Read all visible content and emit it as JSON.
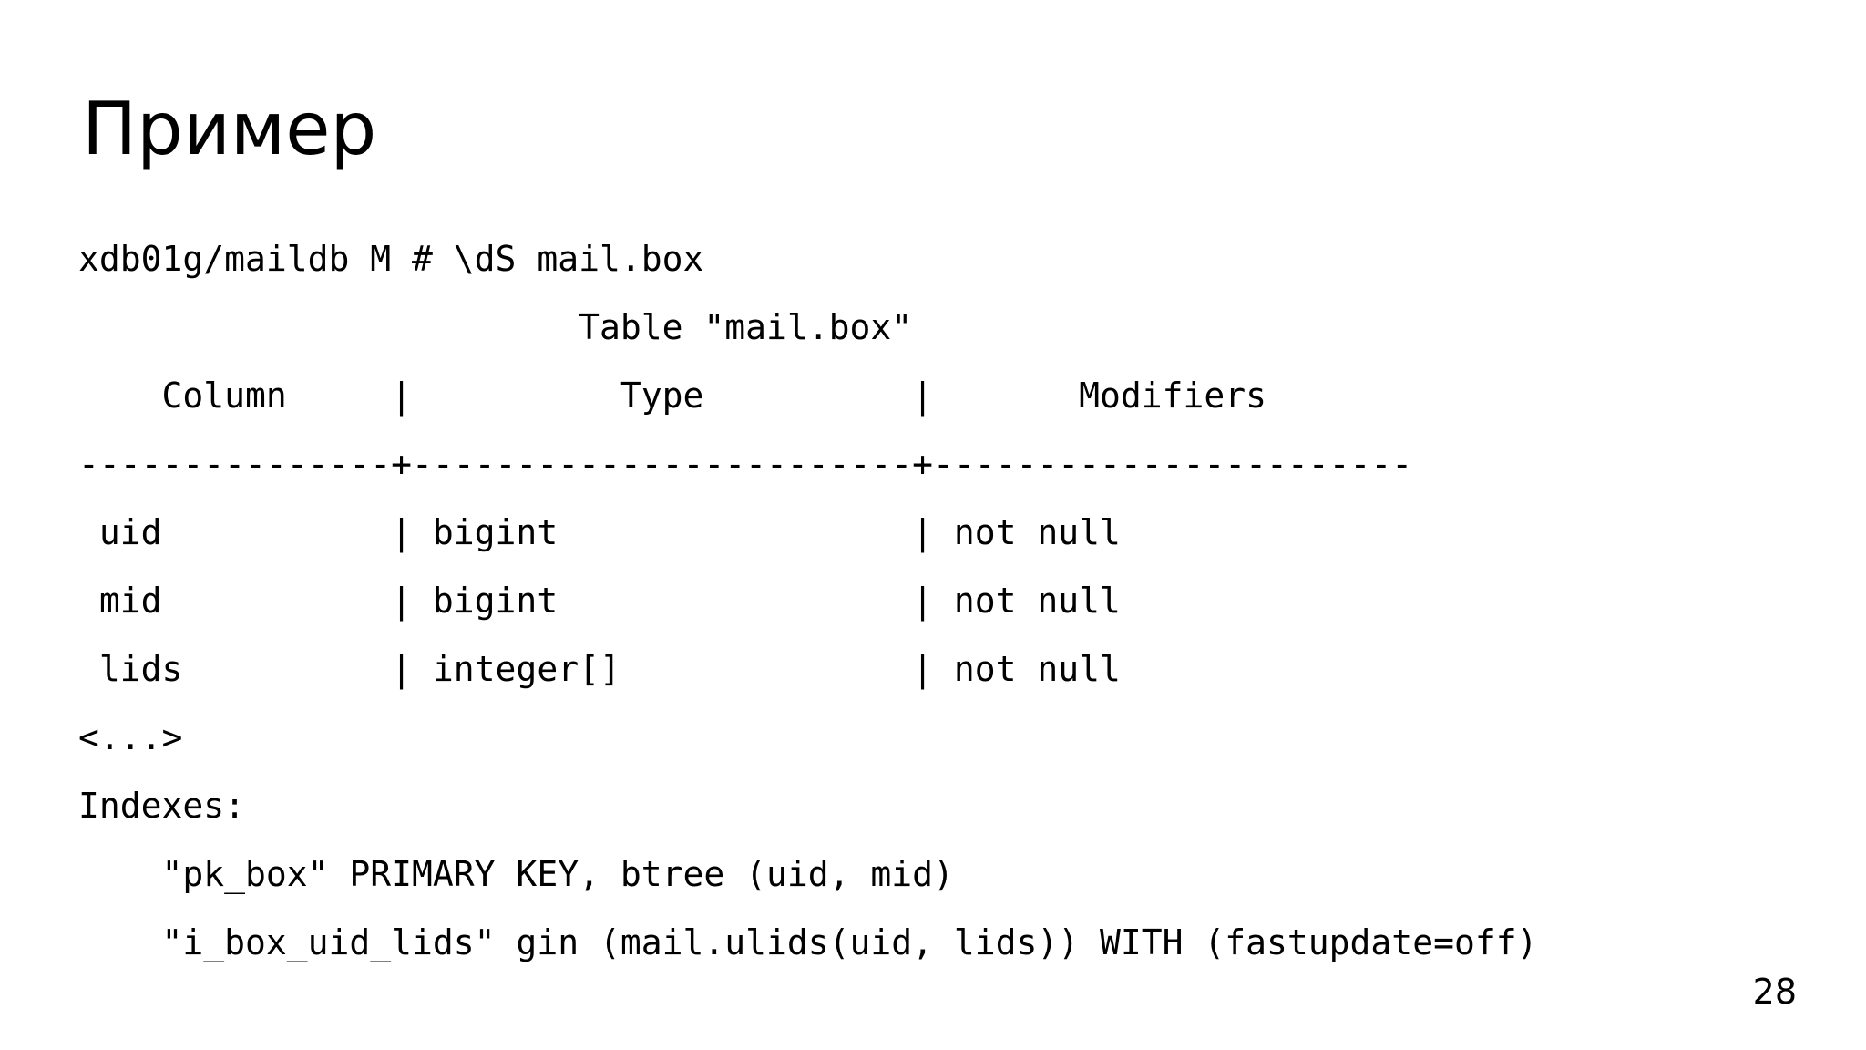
{
  "slide": {
    "title": "Пример",
    "page_number": "28",
    "colors": {
      "background": "#ffffff",
      "text": "#000000"
    },
    "terminal_lines": [
      "xdb01g/maildb M # \\dS mail.box",
      "                        Table \"mail.box\"",
      "    Column     |          Type          |       Modifiers",
      "---------------+------------------------+-----------------------",
      " uid           | bigint                 | not null",
      " mid           | bigint                 | not null",
      " lids          | integer[]              | not null",
      "<...>",
      "Indexes:",
      "    \"pk_box\" PRIMARY KEY, btree (uid, mid)",
      "    \"i_box_uid_lids\" gin (mail.ulids(uid, lids)) WITH (fastupdate=off)"
    ],
    "psql_table": {
      "command": "\\dS mail.box",
      "prompt": "xdb01g/maildb M #",
      "table_caption": "Table \"mail.box\"",
      "columns": [
        "Column",
        "Type",
        "Modifiers"
      ],
      "rows": [
        [
          "uid",
          "bigint",
          "not null"
        ],
        [
          "mid",
          "bigint",
          "not null"
        ],
        [
          "lids",
          "integer[]",
          "not null"
        ]
      ],
      "truncation_marker": "<...>",
      "indexes_label": "Indexes:",
      "indexes": [
        "\"pk_box\" PRIMARY KEY, btree (uid, mid)",
        "\"i_box_uid_lids\" gin (mail.ulids(uid, lids)) WITH (fastupdate=off)"
      ]
    }
  }
}
